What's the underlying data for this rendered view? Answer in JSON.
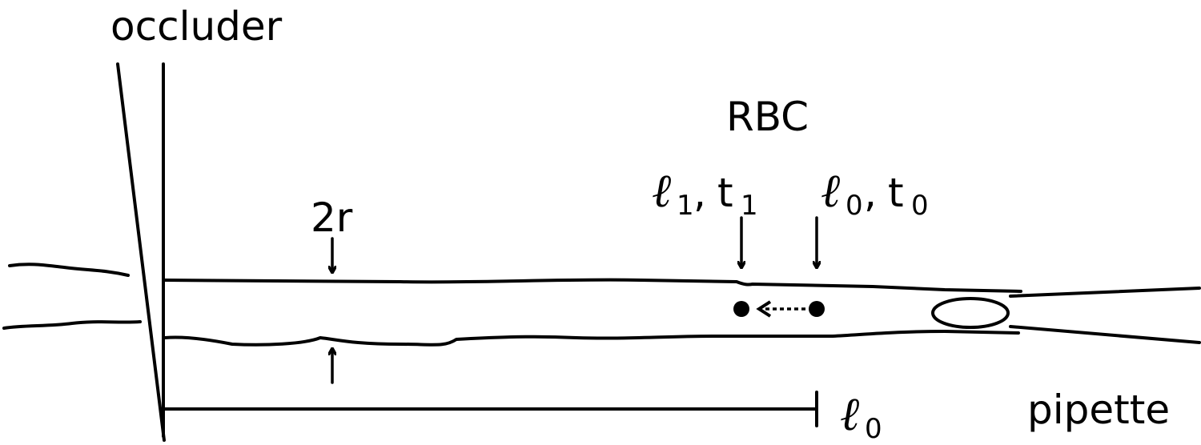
{
  "labels": {
    "occluder": "occluder",
    "rbc": "RBC",
    "radius": "2r",
    "pipette": "pipette",
    "ell_symbol": "ℓ",
    "t_symbol": "t",
    "comma": ",",
    "sub_one": "1",
    "sub_zero": "0"
  },
  "colors": {
    "ink": "#000000",
    "background": "#ffffff"
  }
}
